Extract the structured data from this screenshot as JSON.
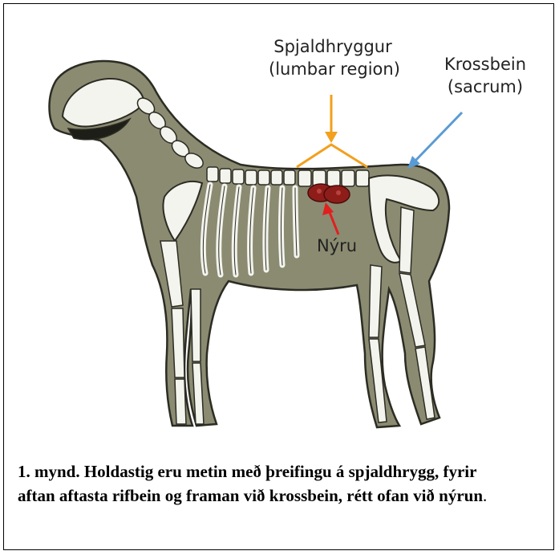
{
  "labels": {
    "lumbar_name": "Spjaldhryggur",
    "lumbar_en": "(lumbar region)",
    "sacrum_name": "Krossbein",
    "sacrum_en": "(sacrum)",
    "kidney_name": "Nýru"
  },
  "caption": {
    "bold_text": "1. mynd. Holdastig eru metin með þreifingu á spjaldhrygg, fyrir aftan aftasta rifbein og framan við krossbein, rétt ofan við nýrun",
    "tail": "."
  },
  "colors": {
    "body_fill": "#8b8b72",
    "bone": "#f4f4ee",
    "lumbar_arrow": "#f2a01e",
    "sacrum_arrow": "#5a9bd5",
    "kidney_arrow": "#e0201e",
    "kidney": "#8e1d1a"
  }
}
